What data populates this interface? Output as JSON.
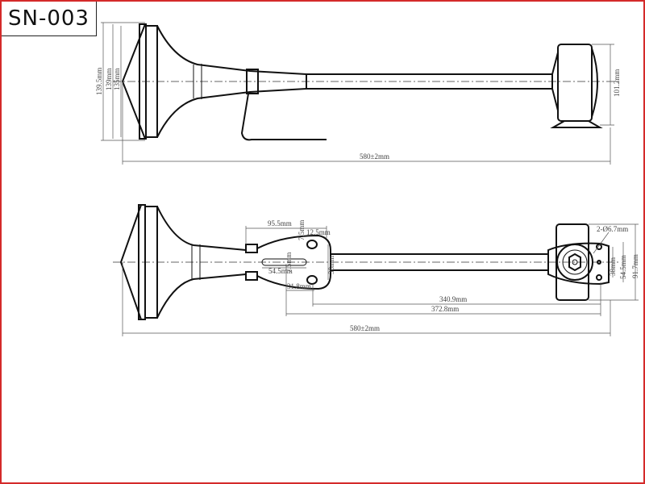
{
  "title": "SN-003",
  "colors": {
    "border": "#d42a2a",
    "line": "#111111"
  },
  "top_view": {
    "dims": {
      "height_outer": "139.5mm",
      "height_mid": "139mm",
      "height_inner": "135mm",
      "housing_height": "101.2mm",
      "overall_length": "580±2mm"
    }
  },
  "bottom_view": {
    "dims": {
      "bracket_length": "95.5mm",
      "slot_offset": "7.5mm",
      "hole_width": "12.5mm",
      "slot_width": "7.5mm",
      "slot_length": "54.5mm",
      "bracket_height": "38mm",
      "hole_spacing": "31.8mm",
      "tube_length": "340.9mm",
      "bracket_to_end": "372.8mm",
      "overall_length": "580±2mm",
      "mount_holes": "2-Ø6.7mm",
      "mount_spacing_inner": "38mm",
      "mount_spacing_outer": "54.5mm",
      "housing_height": "91.7mm"
    }
  }
}
